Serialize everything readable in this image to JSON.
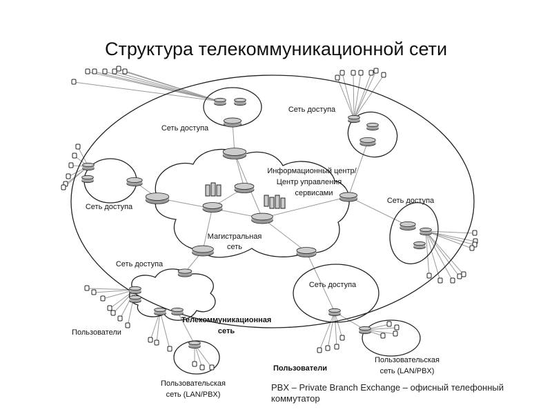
{
  "title": "Структура телекоммуникационной сети",
  "labels": {
    "access_top": "Сеть доступа",
    "access_top_right": "Сеть доступа",
    "access_left": "Сеть доступа",
    "access_right": "Сеть доступа",
    "access_bottom_left": "Сеть доступа",
    "access_bottom_right": "Сеть доступа",
    "info_center_1": "Информационный центр/",
    "info_center_2": "Центр управления",
    "info_center_3": "сервисами",
    "backbone_1": "Магистральная",
    "backbone_2": "сеть",
    "telecom_1": "Телекоммуникационная",
    "telecom_2": "сеть",
    "users_left": "Пользователи",
    "users_bottom": "Пользователи",
    "lan_right_1": "Пользовательская",
    "lan_right_2": "сеть (LAN/PBX)",
    "lan_left_1": "Пользовательская",
    "lan_left_2": "сеть (LAN/PBX)"
  },
  "footnote": {
    "line1": "PBX – Private Branch Exchange – офисный телефонный",
    "line2": "коммутатор"
  }
}
